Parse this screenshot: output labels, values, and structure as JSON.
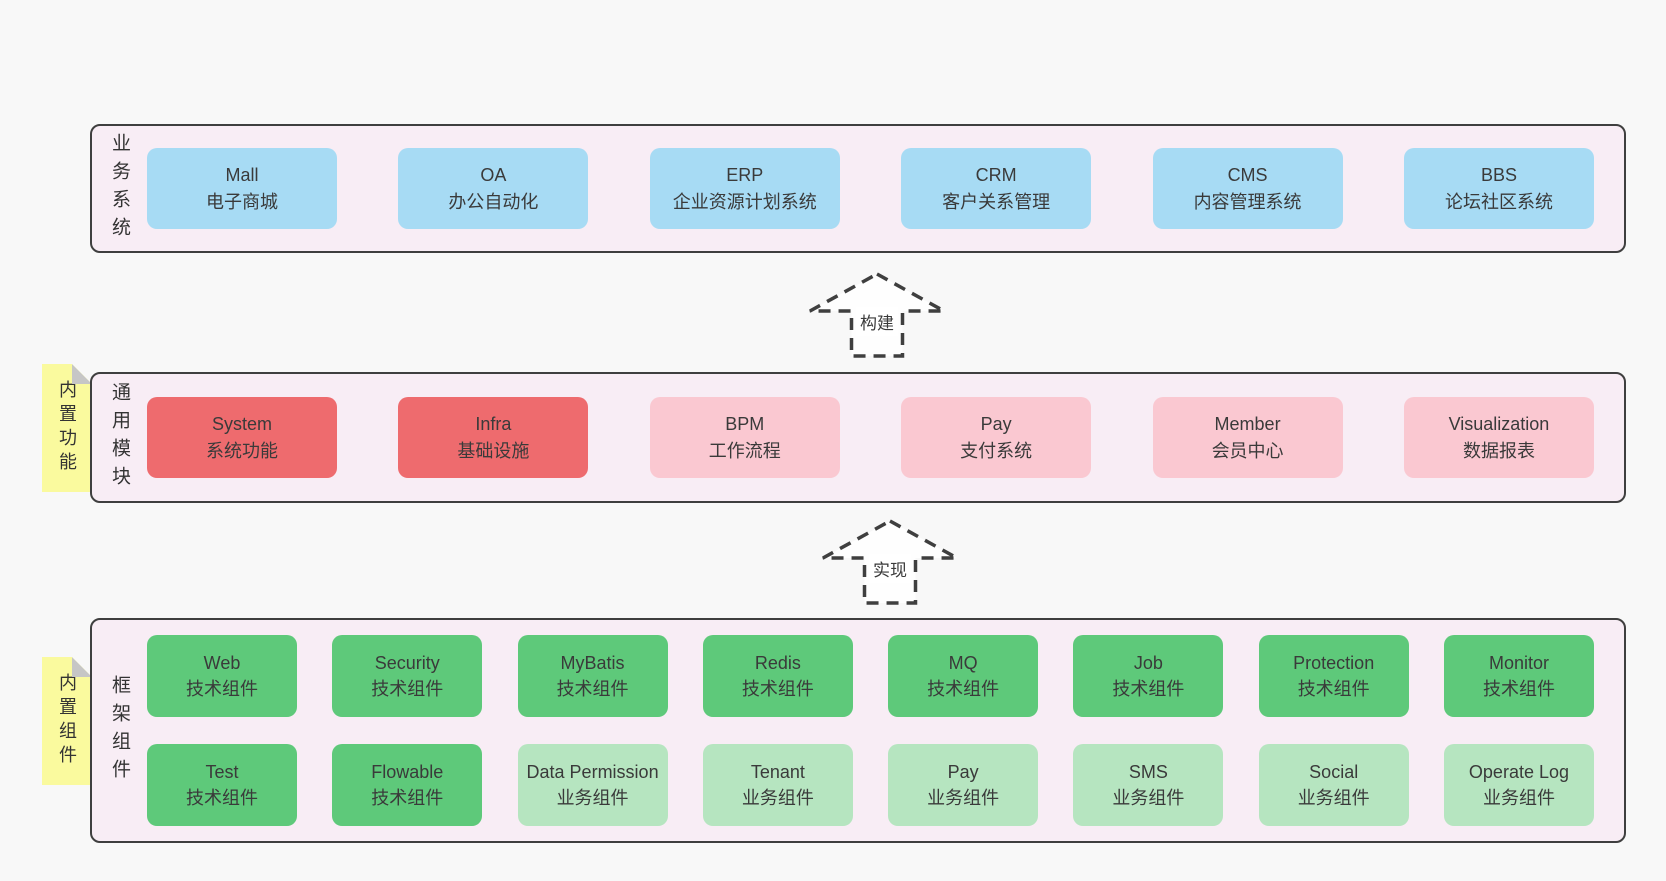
{
  "diagram": {
    "arrows": [
      {
        "label": "构建"
      },
      {
        "label": "实现"
      }
    ],
    "colors": {
      "page_bg": "#f8f8f8",
      "band_bg": "#f8edf5",
      "band_border": "#3f3f3f",
      "blue_box": "#a7dbf4",
      "red_box": "#ee6b6e",
      "pink_box": "#fac8d1",
      "green_box": "#5ec97a",
      "light_green_box": "#b6e5c0",
      "sticky_note": "#fafa9e",
      "sticky_fold": "#c6c6c6",
      "text": "#3a3a3a"
    },
    "bands": [
      {
        "label": "业务系统",
        "boxes": [
          {
            "name": "Mall",
            "desc": "电子商城"
          },
          {
            "name": "OA",
            "desc": "办公自动化"
          },
          {
            "name": "ERP",
            "desc": "企业资源计划系统"
          },
          {
            "name": "CRM",
            "desc": "客户关系管理"
          },
          {
            "name": "CMS",
            "desc": "内容管理系统"
          },
          {
            "name": "BBS",
            "desc": "论坛社区系统"
          }
        ]
      },
      {
        "label": "通用模块",
        "note": "内置功能",
        "boxes": [
          {
            "name": "System",
            "desc": "系统功能"
          },
          {
            "name": "Infra",
            "desc": "基础设施"
          },
          {
            "name": "BPM",
            "desc": "工作流程"
          },
          {
            "name": "Pay",
            "desc": "支付系统"
          },
          {
            "name": "Member",
            "desc": "会员中心"
          },
          {
            "name": "Visualization",
            "desc": "数据报表"
          }
        ]
      },
      {
        "label": "框架组件",
        "note": "内置组件",
        "boxes": [
          {
            "name": "Web",
            "desc": "技术组件"
          },
          {
            "name": "Security",
            "desc": "技术组件"
          },
          {
            "name": "MyBatis",
            "desc": "技术组件"
          },
          {
            "name": "Redis",
            "desc": "技术组件"
          },
          {
            "name": "MQ",
            "desc": "技术组件"
          },
          {
            "name": "Job",
            "desc": "技术组件"
          },
          {
            "name": "Protection",
            "desc": "技术组件"
          },
          {
            "name": "Monitor",
            "desc": "技术组件"
          },
          {
            "name": "Test",
            "desc": "技术组件"
          },
          {
            "name": "Flowable",
            "desc": "技术组件"
          },
          {
            "name": "Data Permission",
            "desc": "业务组件"
          },
          {
            "name": "Tenant",
            "desc": "业务组件"
          },
          {
            "name": "Pay",
            "desc": "业务组件"
          },
          {
            "name": "SMS",
            "desc": "业务组件"
          },
          {
            "name": "Social",
            "desc": "业务组件"
          },
          {
            "name": "Operate Log",
            "desc": "业务组件"
          }
        ]
      }
    ]
  }
}
